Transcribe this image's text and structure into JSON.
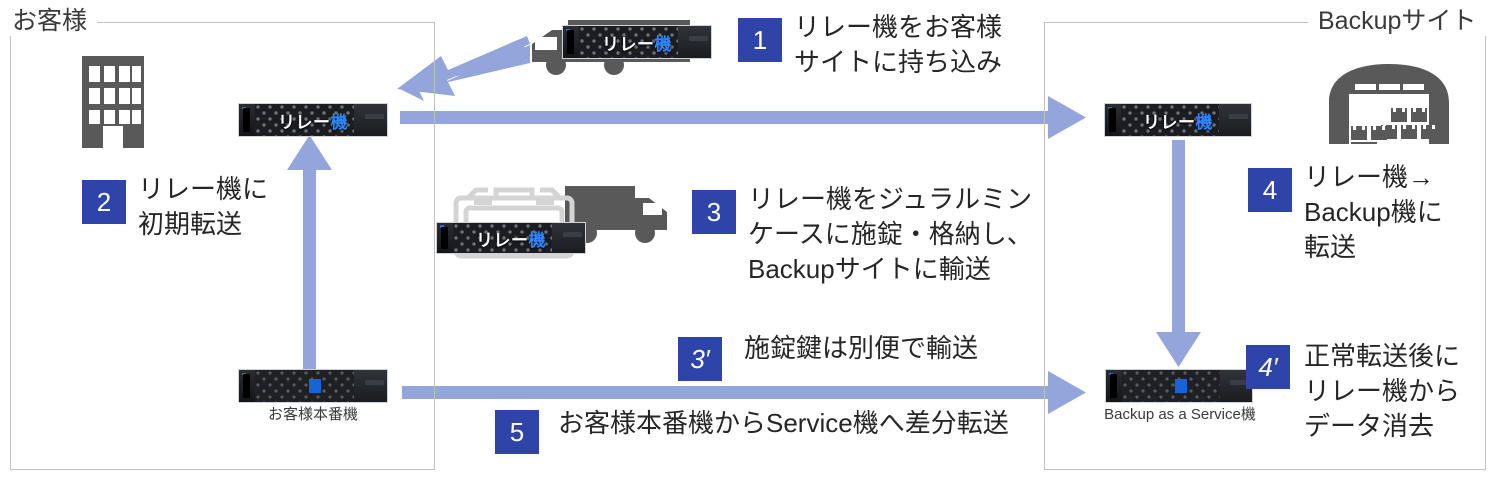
{
  "panels": [
    {
      "key": "customer",
      "label": "お客様"
    },
    {
      "key": "backup",
      "label": "Backupサイト"
    }
  ],
  "colors": {
    "chip_blue": "#2f44a8",
    "arrow_blue": "#93a5da",
    "panel_border": "#bfbfbf",
    "picto_gray": "#595959",
    "case_gray": "#d4d4d4",
    "text": "#262626"
  },
  "steps": [
    {
      "num": "1",
      "text": "リレー機をお客様\nサイトに持ち込み"
    },
    {
      "num": "2",
      "text": "リレー機に\n初期転送"
    },
    {
      "num": "3",
      "text": "リレー機をジュラルミン\nケースに施錠・格納し、\nBackupサイトに輸送"
    },
    {
      "num": "3′",
      "text": "施錠鍵は別便で輸送"
    },
    {
      "num": "4",
      "text": "リレー機→\nBackup機に\n転送"
    },
    {
      "num": "4′",
      "text": "正常転送後に\nリレー機から\nデータ消去"
    },
    {
      "num": "5",
      "text": "お客様本番機からService機へ差分転送"
    }
  ],
  "devices": [
    {
      "key": "relay-customer",
      "overlay": "リレー機",
      "caption": ""
    },
    {
      "key": "relay-truck",
      "overlay": "リレー機",
      "caption": ""
    },
    {
      "key": "relay-case",
      "overlay": "リレー機",
      "caption": ""
    },
    {
      "key": "relay-backup",
      "overlay": "リレー機",
      "caption": ""
    },
    {
      "key": "customer-prod",
      "overlay": "",
      "caption": "お客様本番機"
    },
    {
      "key": "baas",
      "overlay": "",
      "caption": "Backup as a Service機"
    }
  ],
  "icons": [
    {
      "name": "office-building-icon"
    },
    {
      "name": "truck-left-icon"
    },
    {
      "name": "truck-right-icon"
    },
    {
      "name": "duralumin-case-icon"
    },
    {
      "name": "warehouse-icon"
    }
  ],
  "arrows": [
    {
      "name": "arrow-truck-to-relay",
      "direction": "diagonal-left-down"
    },
    {
      "name": "arrow-relay-to-backup-relay",
      "direction": "right"
    },
    {
      "name": "arrow-prod-to-relay",
      "direction": "up"
    },
    {
      "name": "arrow-backup-relay-to-baas",
      "direction": "down"
    },
    {
      "name": "arrow-prod-to-baas",
      "direction": "right"
    }
  ]
}
